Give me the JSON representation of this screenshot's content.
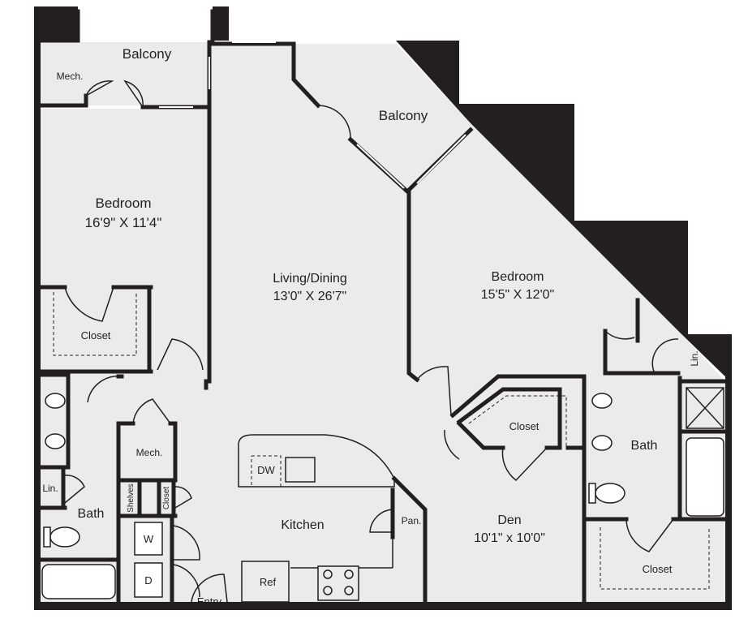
{
  "rooms": {
    "balcony_top": "Balcony",
    "balcony_diag": "Balcony",
    "mech_top": "Mech.",
    "bedroom_left_name": "Bedroom",
    "bedroom_left_dims": "16'9\" X 11'4\"",
    "closet_left": "Closet",
    "living_name": "Living/Dining",
    "living_dims": "13'0\" X 26'7\"",
    "bedroom_right_name": "Bedroom",
    "bedroom_right_dims": "15'5\" X 12'0\"",
    "mech_mid": "Mech.",
    "lin_left": "Lin.",
    "bath_left": "Bath",
    "shelves": "Shelves",
    "closet_small": "Closet",
    "washer": "W",
    "dryer": "D",
    "entry": "Entry",
    "kitchen": "Kitchen",
    "dishwasher": "DW",
    "pantry": "Pan.",
    "fridge": "Ref",
    "closet_den": "Closet",
    "den_name": "Den",
    "den_dims": "10'1\" x 10'0\"",
    "bath_right": "Bath",
    "lin_right": "Lin.",
    "closet_bottom_right": "Closet"
  },
  "colors": {
    "wall": "#231f20",
    "floor": "#ebebeb",
    "background": "#ffffff"
  }
}
